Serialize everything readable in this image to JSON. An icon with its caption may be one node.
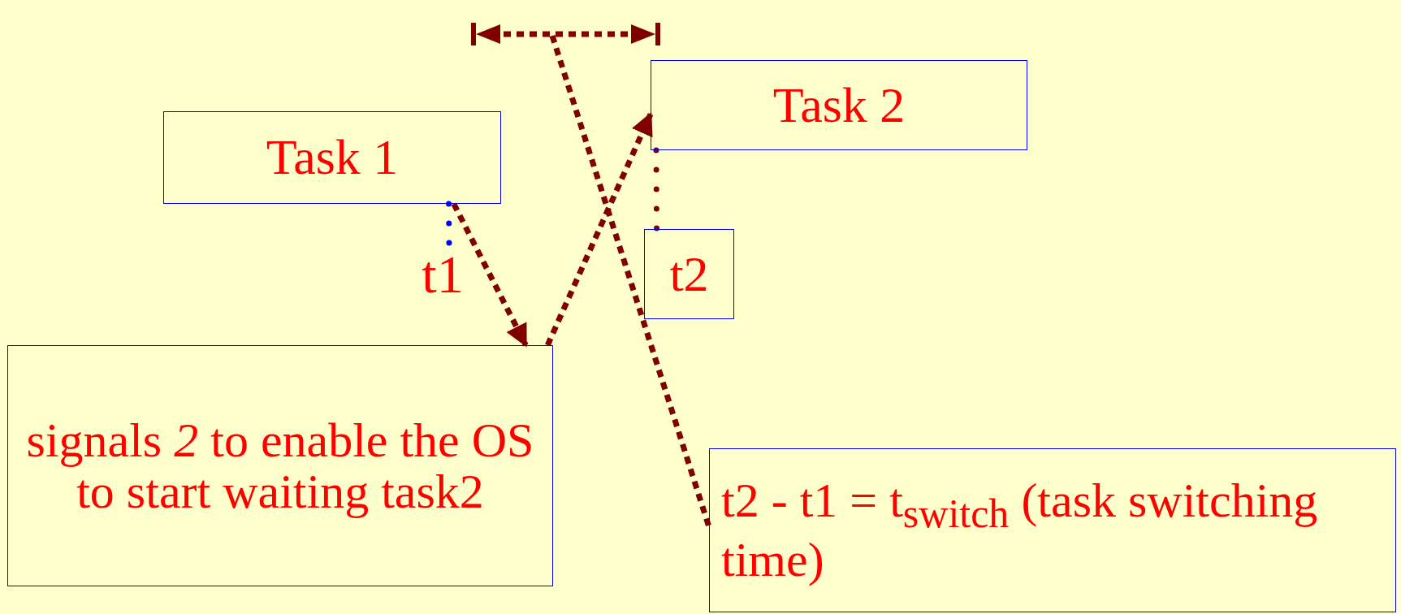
{
  "diagram": {
    "nodes": [
      {
        "text": [
          "Task 1"
        ]
      },
      {
        "text": [
          "Task 2"
        ]
      },
      {
        "text": [
          "t1"
        ]
      },
      {
        "text": [
          "t2"
        ]
      },
      {
        "text": [
          "signals  *2* to enable the OS to start waiting task2"
        ]
      },
      {
        "text": [
          "t2 - t1 = t$_{switch}$ (task switching time)"
        ]
      }
    ],
    "edges": [
      {
        "from": 0,
        "to": 4,
        "arrow": "to",
        "style": "dashed"
      },
      {
        "from": 4,
        "to": 1,
        "arrow": "to",
        "style": "dashed"
      },
      {
        "from": 0,
        "to": 2,
        "arrow": "none",
        "color": "#0000ff"
      },
      {
        "from": 1,
        "to": 3,
        "arrow": "none"
      },
      {
        "from": null,
        "to": 5,
        "arrow": "none",
        "style": "dashed"
      }
    ]
  }
}
